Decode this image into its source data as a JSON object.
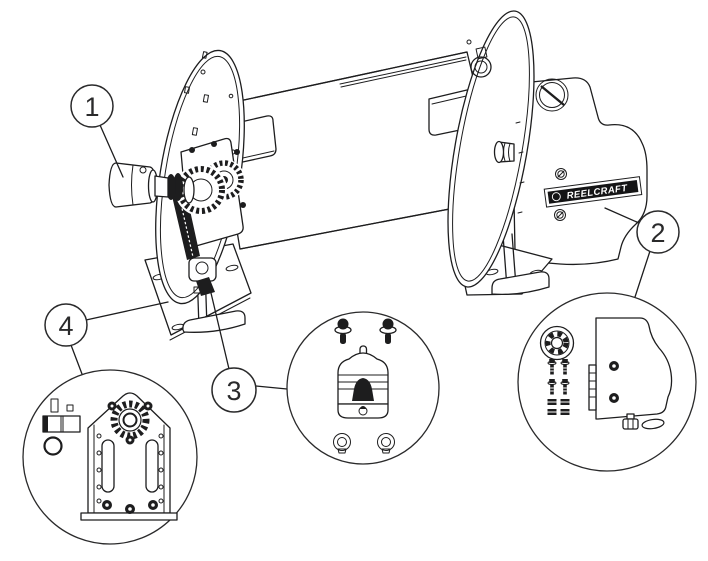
{
  "diagram": {
    "background_color": "#ffffff",
    "line_color": "#1d1d1e",
    "brand_label": "REELCRAFT",
    "callouts": [
      {
        "label": "1"
      },
      {
        "label": "2"
      },
      {
        "label": "3"
      },
      {
        "label": "4"
      }
    ]
  }
}
